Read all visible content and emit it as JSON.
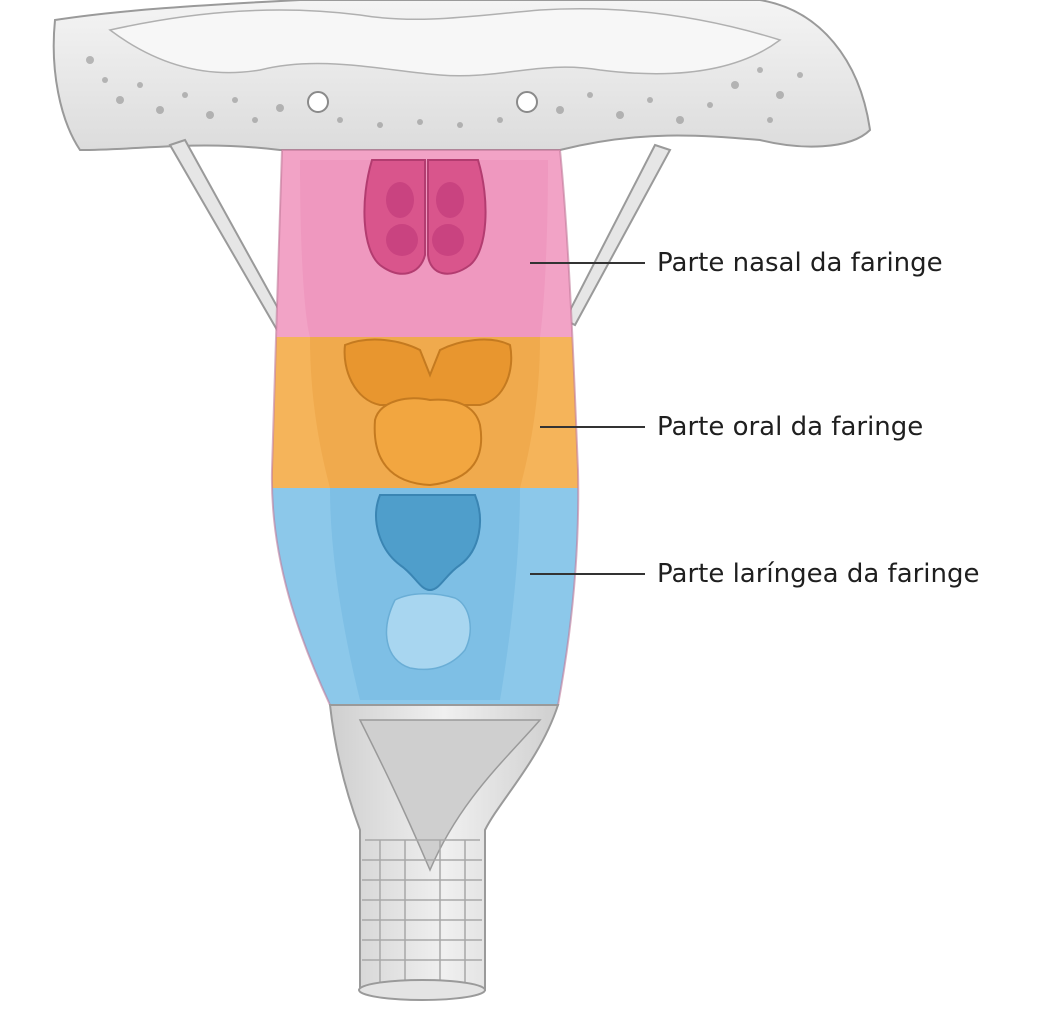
{
  "labels": {
    "nasal": "Parte nasal da faringe",
    "oral": "Parte oral da faringe",
    "laryngeal": "Parte laríngea da faringe"
  },
  "colors": {
    "nasopharynx": "#f2a3c6",
    "oropharynx": "#f5b45a",
    "laryngopharynx": "#8cc8ea",
    "bone": "#e8e8e8",
    "esophagus": "#d6d6d6",
    "leader_line": "#333333"
  }
}
